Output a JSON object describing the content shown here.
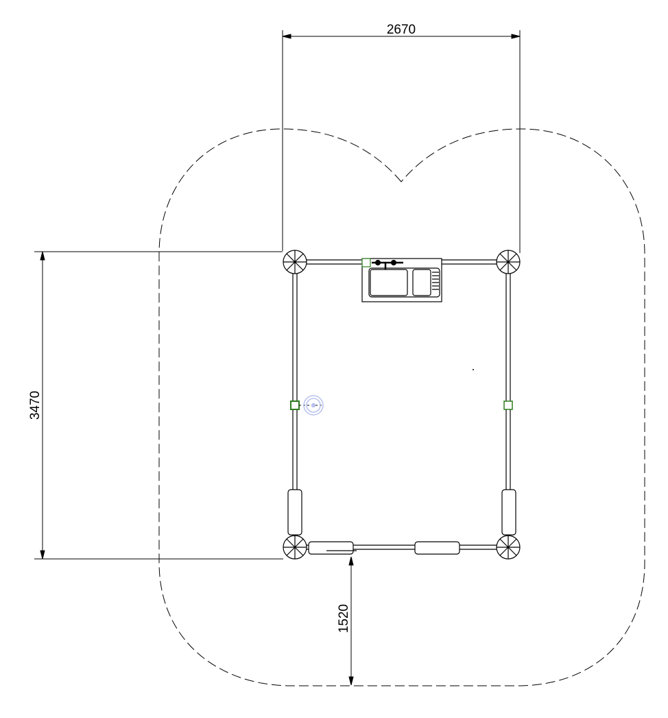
{
  "dimensions": {
    "width": "2670",
    "depth": "3470",
    "clearance": "1520"
  },
  "colors": {
    "line": "#000000",
    "safety_zone": "#000000",
    "grip_highlight": "#2e7d1f",
    "selection_marker": "#b8c2ee"
  }
}
